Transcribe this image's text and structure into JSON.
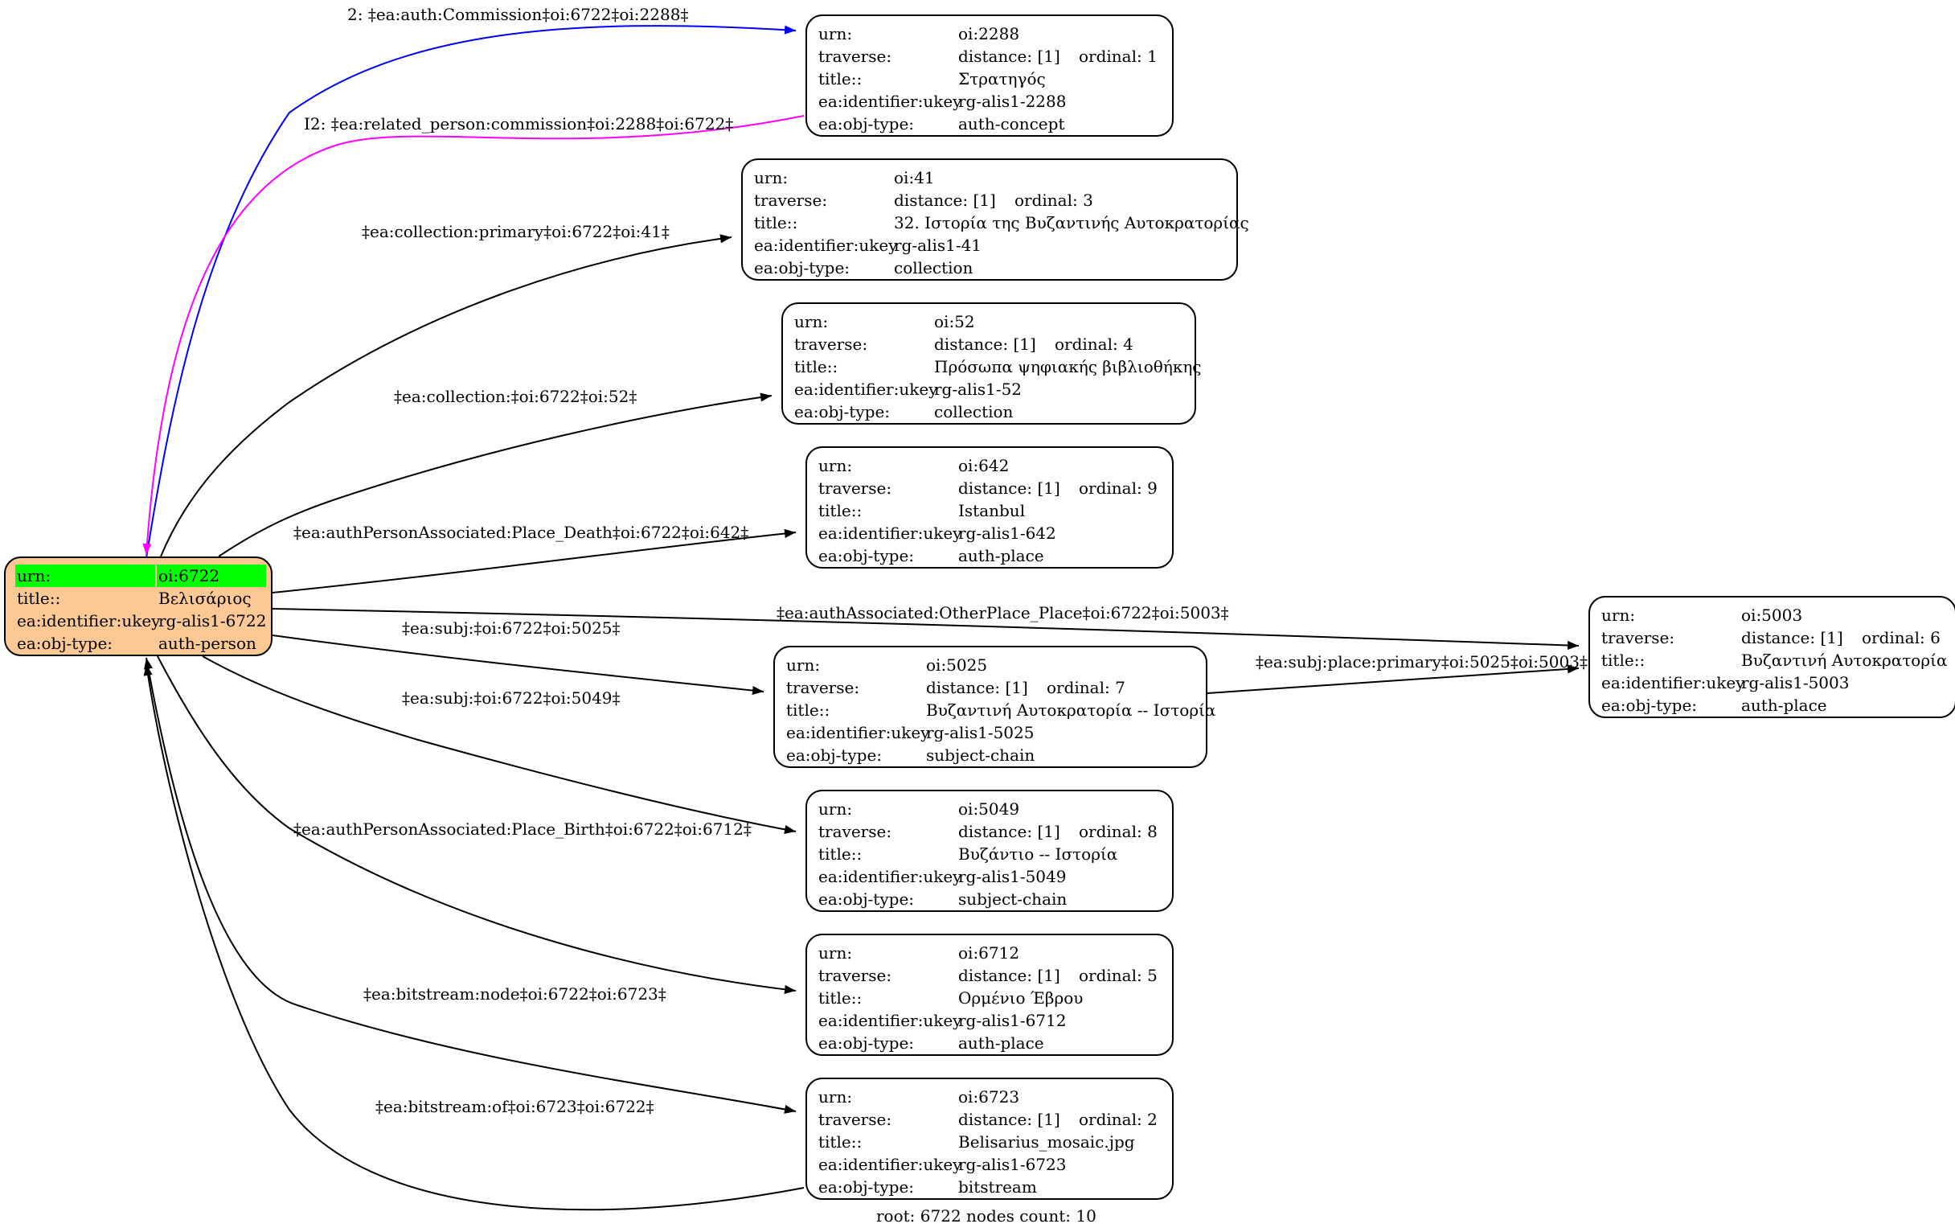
{
  "root": {
    "id": "n6722",
    "rows": [
      {
        "k": "urn:",
        "v": "oi:6722"
      },
      {
        "k": "title::",
        "v": "Βελισάριος"
      },
      {
        "k": "ea:identifier:ukey",
        "v": "rg-alis1-6722"
      },
      {
        "k": "ea:obj-type:",
        "v": "auth-person"
      }
    ]
  },
  "nodes": [
    {
      "id": "n2288",
      "urn": "oi:2288",
      "distance": "distance: [1]",
      "ordinal": "ordinal: 1",
      "title": "Στρατηγός",
      "ukey": "rg-alis1-2288",
      "type": "auth-concept"
    },
    {
      "id": "n41",
      "urn": "oi:41",
      "distance": "distance: [1]",
      "ordinal": "ordinal: 3",
      "title": "32. Ιστορία της Βυζαντινής Αυτοκρατορίας",
      "ukey": "rg-alis1-41",
      "type": "collection"
    },
    {
      "id": "n52",
      "urn": "oi:52",
      "distance": "distance: [1]",
      "ordinal": "ordinal: 4",
      "title": "Πρόσωπα ψηφιακής βιβλιοθήκης",
      "ukey": "rg-alis1-52",
      "type": "collection"
    },
    {
      "id": "n642",
      "urn": "oi:642",
      "distance": "distance: [1]",
      "ordinal": "ordinal: 9",
      "title": "Istanbul",
      "ukey": "rg-alis1-642",
      "type": "auth-place"
    },
    {
      "id": "n5003",
      "urn": "oi:5003",
      "distance": "distance: [1]",
      "ordinal": "ordinal: 6",
      "title": "Βυζαντινή Αυτοκρατορία",
      "ukey": "rg-alis1-5003",
      "type": "auth-place"
    },
    {
      "id": "n5025",
      "urn": "oi:5025",
      "distance": "distance: [1]",
      "ordinal": "ordinal: 7",
      "title": "Βυζαντινή Αυτοκρατορία -- Ιστορία",
      "ukey": "rg-alis1-5025",
      "type": "subject-chain"
    },
    {
      "id": "n5049",
      "urn": "oi:5049",
      "distance": "distance: [1]",
      "ordinal": "ordinal: 8",
      "title": "Βυζάντιο -- Ιστορία",
      "ukey": "rg-alis1-5049",
      "type": "subject-chain"
    },
    {
      "id": "n6712",
      "urn": "oi:6712",
      "distance": "distance: [1]",
      "ordinal": "ordinal: 5",
      "title": "Ορμένιο Έβρου",
      "ukey": "rg-alis1-6712",
      "type": "auth-place"
    },
    {
      "id": "n6723",
      "urn": "oi:6723",
      "distance": "distance: [1]",
      "ordinal": "ordinal: 2",
      "title": "Belisarius_mosaic.jpg",
      "ukey": "rg-alis1-6723",
      "type": "bitstream"
    }
  ],
  "row_keys": {
    "urn": "urn:",
    "traverse": "traverse:",
    "title": "title::",
    "ukey": "ea:identifier:ukey",
    "type": "ea:obj-type:"
  },
  "edges": [
    {
      "id": "e-commission",
      "label": "2: ‡ea:auth:Commission‡oi:6722‡oi:2288‡",
      "color": "#0000ff"
    },
    {
      "id": "e-related",
      "label": "I2: ‡ea:related_person:commission‡oi:2288‡oi:6722‡",
      "color": "#ff00ff"
    },
    {
      "id": "e-coll-primary",
      "label": "‡ea:collection:primary‡oi:6722‡oi:41‡",
      "color": "#000000"
    },
    {
      "id": "e-coll",
      "label": "‡ea:collection:‡oi:6722‡oi:52‡",
      "color": "#000000"
    },
    {
      "id": "e-death",
      "label": "‡ea:authPersonAssociated:Place_Death‡oi:6722‡oi:642‡",
      "color": "#000000"
    },
    {
      "id": "e-otherplace",
      "label": "‡ea:authAssociated:OtherPlace_Place‡oi:6722‡oi:5003‡",
      "color": "#000000"
    },
    {
      "id": "e-subj-5025",
      "label": "‡ea:subj:‡oi:6722‡oi:5025‡",
      "color": "#000000"
    },
    {
      "id": "e-subj-place",
      "label": "‡ea:subj:place:primary‡oi:5025‡oi:5003‡",
      "color": "#000000"
    },
    {
      "id": "e-subj-5049",
      "label": "‡ea:subj:‡oi:6722‡oi:5049‡",
      "color": "#000000"
    },
    {
      "id": "e-birth",
      "label": "‡ea:authPersonAssociated:Place_Birth‡oi:6722‡oi:6712‡",
      "color": "#000000"
    },
    {
      "id": "e-bitstream-node",
      "label": "‡ea:bitstream:node‡oi:6722‡oi:6723‡",
      "color": "#000000"
    },
    {
      "id": "e-bitstream-of",
      "label": "‡ea:bitstream:of‡oi:6723‡oi:6722‡",
      "color": "#000000"
    }
  ],
  "footer": "root: 6722 nodes count: 10"
}
